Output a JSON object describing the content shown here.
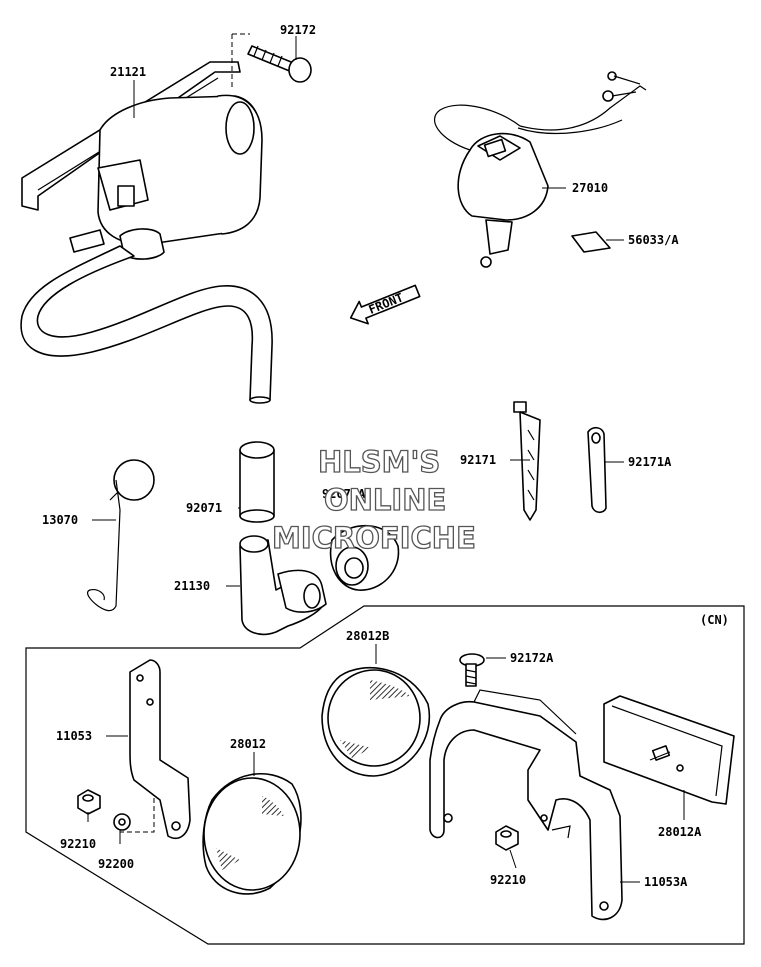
{
  "labels": {
    "p92172": "92172",
    "p21121": "21121",
    "p27010": "27010",
    "p56033A": "56033/A",
    "front": "FRONT",
    "p92171": "92171",
    "p92171A": "92171A",
    "p13070": "13070",
    "p92071": "92071",
    "p92071A": "92071A",
    "p21130": "21130",
    "cn": "(CN)",
    "p28012B": "28012B",
    "p92172A": "92172A",
    "p11053": "11053",
    "p28012": "28012",
    "p92210a": "92210",
    "p92200": "92200",
    "p28012A": "28012A",
    "p92210b": "92210",
    "p11053A": "11053A"
  },
  "watermark": {
    "line1": "HLSM'S",
    "line2": "ONLINE",
    "line3": "MICROFICHE"
  }
}
